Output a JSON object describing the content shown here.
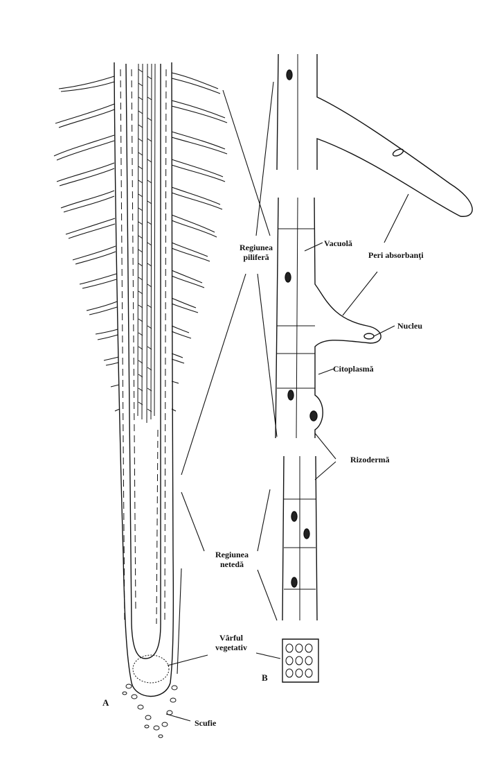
{
  "labels": {
    "regiunea_pilifera": {
      "line1": "Regiunea",
      "line2": "piliferă"
    },
    "vacuola": "Vacuolă",
    "peri_absorbanti": "Peri absorbanţi",
    "nucleu": "Nucleu",
    "citoplasma": "Citoplasmă",
    "rizoderma": "Rizodermă",
    "regiunea_neteda": {
      "line1": "Regiunea",
      "line2": "netedă"
    },
    "varful_vegetativ": {
      "line1": "Vârful",
      "line2": "vegetativ"
    },
    "scufie": "Scufie"
  },
  "panels": {
    "a": "A",
    "b": "B"
  },
  "colors": {
    "ink": "#111111",
    "background": "#ffffff"
  }
}
